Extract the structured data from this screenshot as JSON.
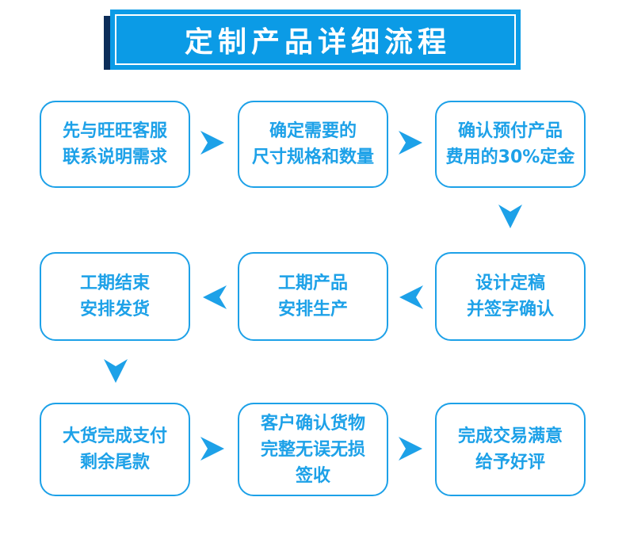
{
  "title": "定制产品详细流程",
  "colors": {
    "banner_bg": "#0b9be6",
    "banner_shadow": "#0c2d59",
    "accent": "#1da1e8",
    "text_on_banner": "#ffffff"
  },
  "steps": [
    {
      "label": "先与旺旺客服\n联系说明需求"
    },
    {
      "label": "确定需要的\n尺寸规格和数量"
    },
    {
      "label": "确认预付产品\n费用的30%定金"
    },
    {
      "label": "设计定稿\n并签字确认"
    },
    {
      "label": "工期产品\n安排生产"
    },
    {
      "label": "工期结束\n安排发货"
    },
    {
      "label": "大货完成支付\n剩余尾款"
    },
    {
      "label": "客户确认货物\n完整无误无损\n签收"
    },
    {
      "label": "完成交易满意\n给予好评"
    }
  ],
  "connectors": [
    "right",
    "right",
    "down",
    "left",
    "left",
    "down",
    "right",
    "right"
  ]
}
